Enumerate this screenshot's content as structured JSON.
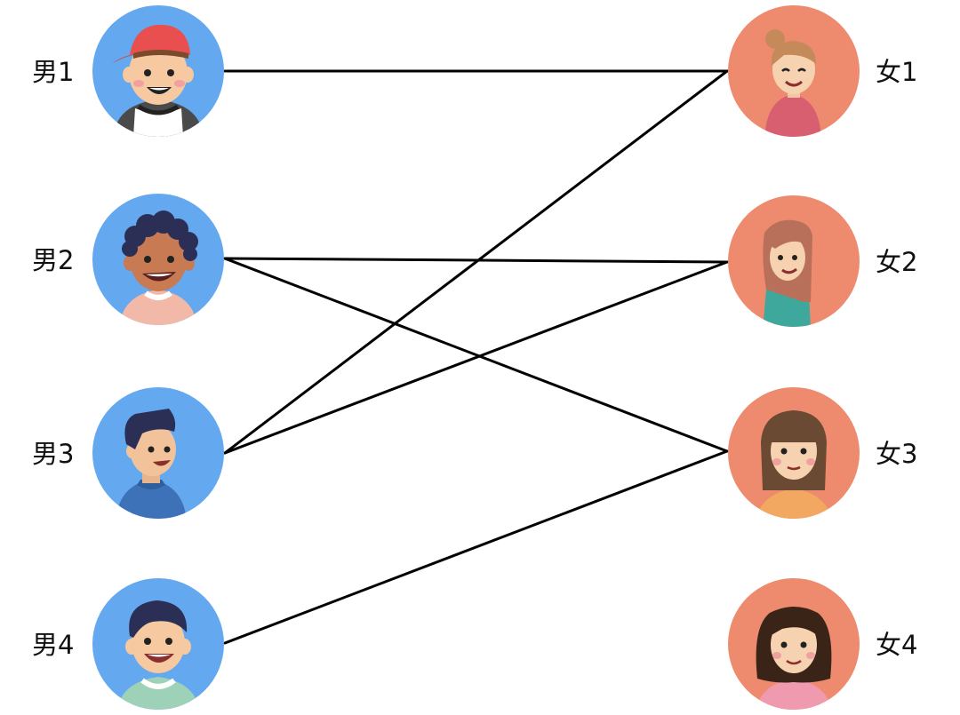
{
  "colors": {
    "male_circle": "#64A8F0",
    "female_circle": "#EE8A6E",
    "edge": "#000000"
  },
  "left_nodes": [
    {
      "id": "m1",
      "label": "男1",
      "icon": "boy-red-cap-avatar-icon"
    },
    {
      "id": "m2",
      "label": "男2",
      "icon": "boy-curly-hair-avatar-icon"
    },
    {
      "id": "m3",
      "label": "男3",
      "icon": "boy-quiff-avatar-icon"
    },
    {
      "id": "m4",
      "label": "男4",
      "icon": "boy-smiling-avatar-icon"
    }
  ],
  "right_nodes": [
    {
      "id": "f1",
      "label": "女1",
      "icon": "girl-bun-avatar-icon"
    },
    {
      "id": "f2",
      "label": "女2",
      "icon": "girl-long-hair-avatar-icon"
    },
    {
      "id": "f3",
      "label": "女3",
      "icon": "girl-bangs-avatar-icon"
    },
    {
      "id": "f4",
      "label": "女4",
      "icon": "girl-dark-hair-avatar-icon"
    }
  ],
  "edges": [
    {
      "from": "m1",
      "to": "f1"
    },
    {
      "from": "m2",
      "to": "f2"
    },
    {
      "from": "m2",
      "to": "f3"
    },
    {
      "from": "m3",
      "to": "f1"
    },
    {
      "from": "m3",
      "to": "f2"
    },
    {
      "from": "m4",
      "to": "f3"
    }
  ]
}
